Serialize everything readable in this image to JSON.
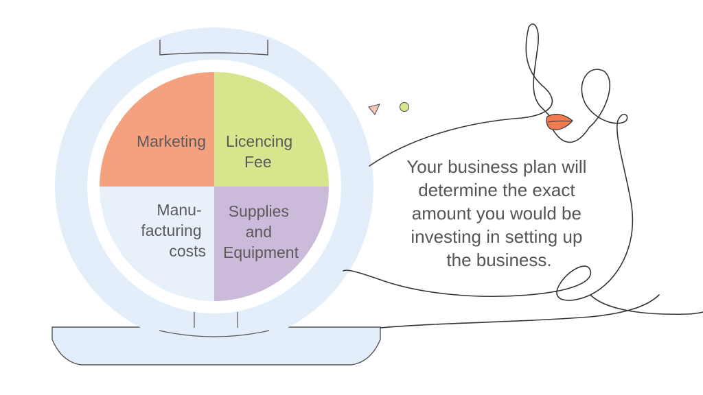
{
  "colors": {
    "marketing": "#f5a07e",
    "licencing": "#d9e58c",
    "manufacturing": "#e8f0fa",
    "supplies": "#ccbadb",
    "ring": "#e4eefb",
    "tray": "#e4eefb",
    "outline": "#444444",
    "lips": "#f07b50"
  },
  "quadrants": {
    "marketing": {
      "lines": [
        "Marketing"
      ]
    },
    "licencing": {
      "lines": [
        "Licencing",
        "Fee"
      ]
    },
    "manufacturing": {
      "lines": [
        "Manu-",
        "facturing",
        "costs"
      ]
    },
    "supplies": {
      "lines": [
        "Supplies",
        "and",
        "Equipment"
      ]
    }
  },
  "quote": {
    "lines": [
      "Your business plan will",
      "determine the exact",
      "amount you would be",
      "investing in setting up",
      "the business."
    ]
  },
  "icons": {
    "lineart": "woman-face-lineart-icon",
    "triangle": "triangle-icon",
    "dot": "dot-icon"
  }
}
